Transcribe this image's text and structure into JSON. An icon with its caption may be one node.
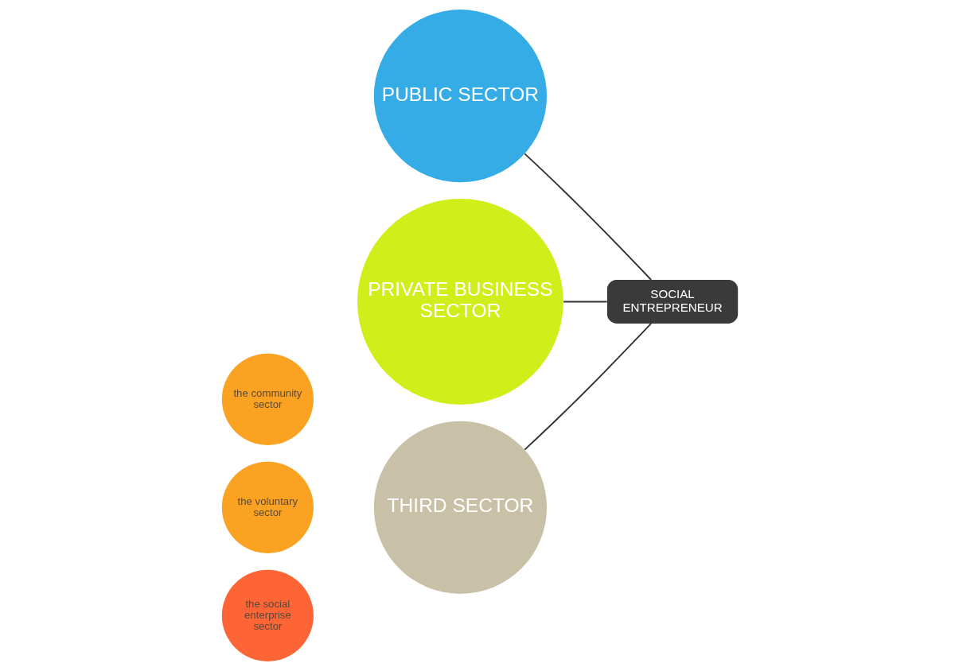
{
  "diagram": {
    "nodes": [
      {
        "text": [
          "PUBLIC SECTOR"
        ]
      },
      {
        "text": [
          "PRIVATE BUSINESS SECTOR"
        ]
      },
      {
        "text": [
          "THIRD SECTOR"
        ]
      },
      {
        "text": [
          "the community sector"
        ]
      },
      {
        "text": [
          "the voluntary sector"
        ]
      },
      {
        "text": [
          "the social enterprise sector"
        ]
      },
      {
        "text": [
          "SOCIAL ENTREPRENEUR"
        ]
      }
    ],
    "edges": [
      {
        "from": 0,
        "to": 6,
        "arrow": "none"
      },
      {
        "from": 1,
        "to": 6,
        "arrow": "none"
      },
      {
        "from": 2,
        "to": 6,
        "arrow": "none"
      }
    ]
  }
}
